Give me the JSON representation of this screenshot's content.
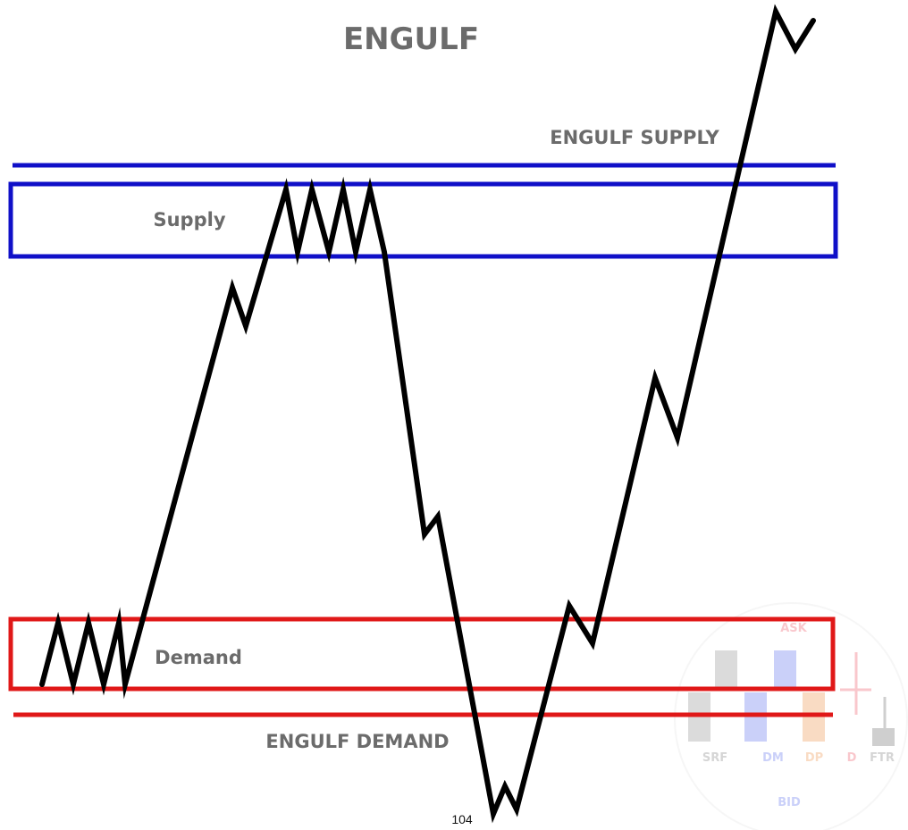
{
  "title": "ENGULF",
  "labels": {
    "engulf_supply": "ENGULF SUPPLY",
    "supply": "Supply",
    "demand": "Demand",
    "engulf_demand": "ENGULF DEMAND"
  },
  "page_number": "104",
  "colors": {
    "supply": "#1010c8",
    "demand": "#e01818",
    "price_line": "#000000",
    "label_text": "#6b6b6b"
  },
  "watermark": {
    "top": "ASK",
    "bottom": "BID",
    "columns": [
      "SRF",
      "DM",
      "DP",
      "D",
      "FTR"
    ]
  }
}
